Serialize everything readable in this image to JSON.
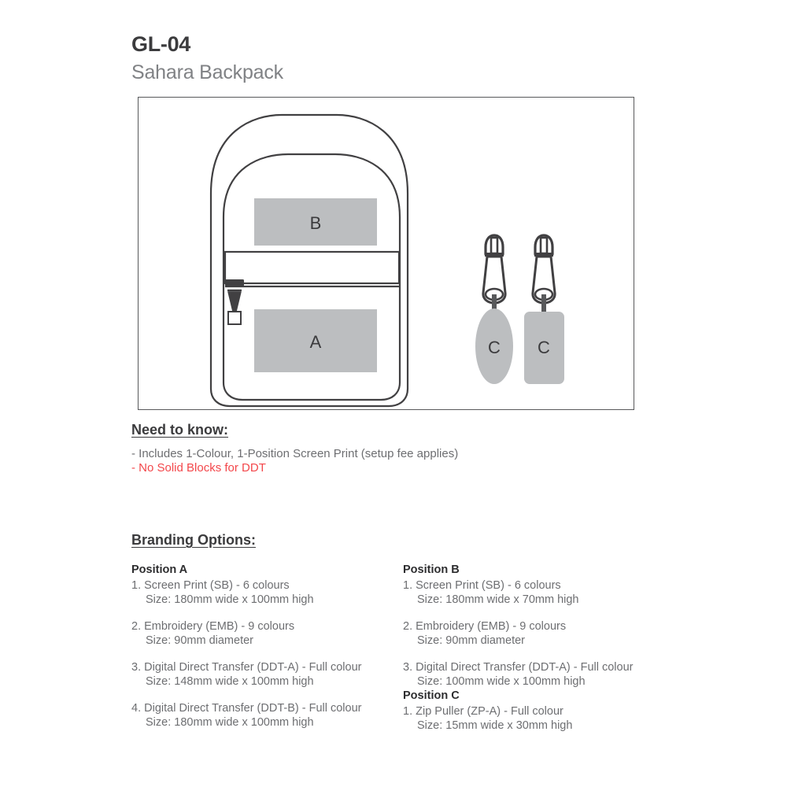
{
  "header": {
    "sku": "GL-04",
    "product_name": "Sahara Backpack"
  },
  "illustration": {
    "labels": {
      "position_a": "A",
      "position_b": "B",
      "position_c_oval": "C",
      "position_c_rect": "C"
    },
    "colors": {
      "outline": "#414042",
      "print_area_fill": "#bcbec0",
      "box_border": "#58595b"
    },
    "icon_names": {
      "backpack": "backpack-illustration",
      "zip_puller_oval": "zip-puller-oval-icon",
      "zip_puller_rect": "zip-puller-rectangle-icon"
    }
  },
  "need_to_know": {
    "title": "Need to know:",
    "items": [
      {
        "text": "- Includes 1-Colour, 1-Position Screen Print (setup fee applies)",
        "alert": false
      },
      {
        "text": "- No Solid Blocks for DDT",
        "alert": true
      }
    ]
  },
  "branding_options": {
    "title": "Branding Options:",
    "columns": [
      {
        "positions": [
          {
            "heading": "Position A",
            "options": [
              {
                "name": "1. Screen Print (SB) - 6 colours",
                "size": "Size: 180mm wide x 100mm high"
              },
              {
                "name": "2. Embroidery (EMB) - 9 colours",
                "size": "Size: 90mm diameter"
              },
              {
                "name": "3. Digital Direct Transfer (DDT-A) - Full colour",
                "size": "Size: 148mm wide x 100mm high"
              },
              {
                "name": "4. Digital Direct Transfer (DDT-B) - Full colour",
                "size": "Size: 180mm wide x 100mm high"
              }
            ]
          }
        ]
      },
      {
        "positions": [
          {
            "heading": "Position B",
            "options": [
              {
                "name": "1. Screen Print (SB) - 6 colours",
                "size": "Size: 180mm wide x 70mm high"
              },
              {
                "name": "2. Embroidery (EMB) - 9 colours",
                "size": "Size: 90mm diameter"
              },
              {
                "name": "3. Digital Direct Transfer (DDT-A) - Full colour",
                "size": "Size: 100mm wide x 100mm high"
              }
            ]
          },
          {
            "heading": "Position C",
            "options": [
              {
                "name": "1. Zip Puller (ZP-A) - Full colour",
                "size": "Size: 15mm wide x 30mm high"
              }
            ]
          }
        ]
      }
    ]
  },
  "theme": {
    "text_dark": "#3b3b3d",
    "text_gray": "#6d6e71",
    "text_light": "#808285",
    "alert_red": "#f3474b"
  }
}
